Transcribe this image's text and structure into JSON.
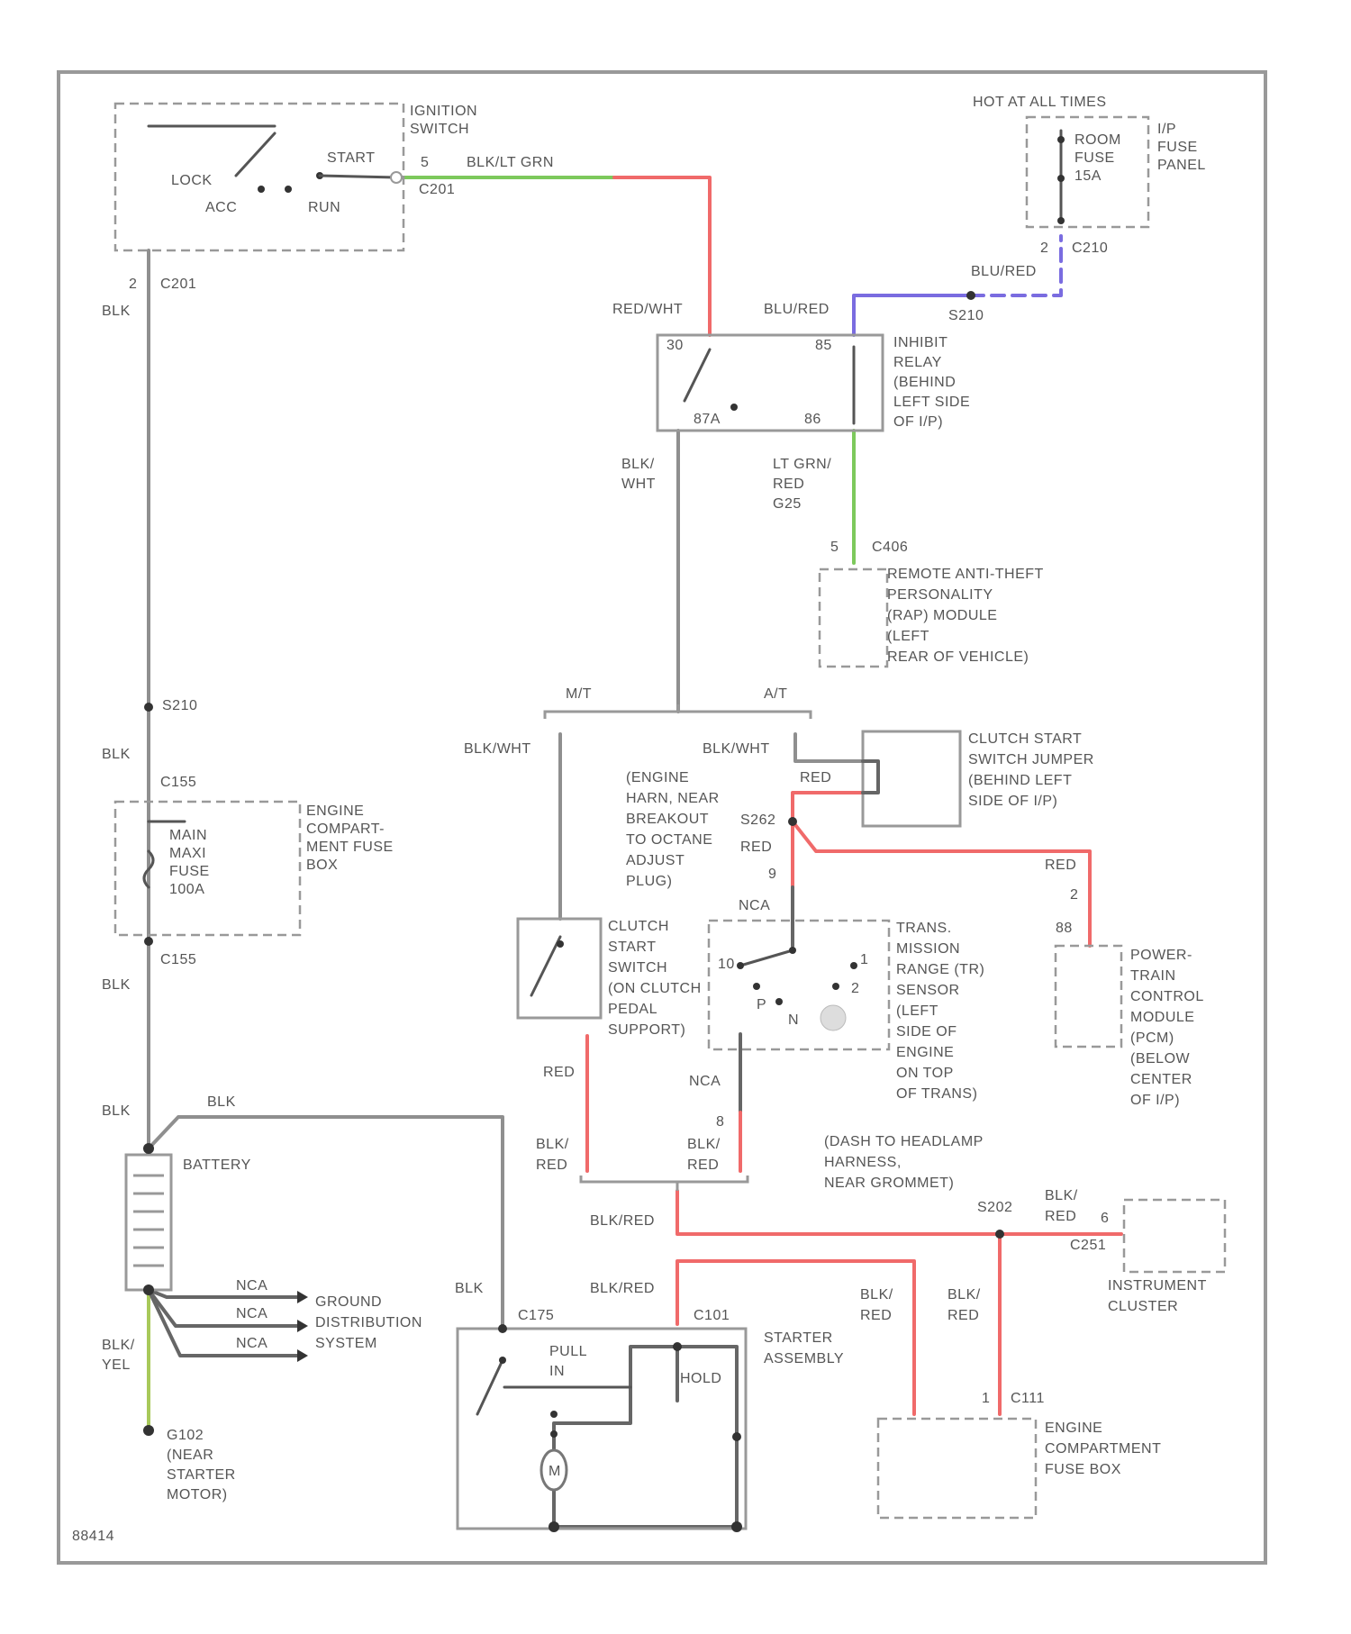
{
  "colors": {
    "blk": "#8f8f8f",
    "red": "#f06a6a",
    "green": "#7dc95c",
    "blue": "#7a6ce0",
    "yellow_green": "#a8c95a",
    "frame": "#999999"
  },
  "labels": {
    "ignition_switch": [
      "IGNITION",
      "SWITCH"
    ],
    "lock": "LOCK",
    "acc": "ACC",
    "start": "START",
    "run": "RUN",
    "c201_top": "C201",
    "pin_5_ign": "5",
    "blk_lt_grn": "BLK/LT GRN",
    "hot_at_all_times": "HOT AT ALL TIMES",
    "ip_fuse_panel": [
      "I/P",
      "FUSE",
      "PANEL"
    ],
    "room_fuse": [
      "ROOM",
      "FUSE",
      "15A"
    ],
    "c210": "C210",
    "pin_2_c210": "2",
    "blu_red_a": "BLU/RED",
    "blu_red_b": "BLU/RED",
    "s210": "S210",
    "red_wht": "RED/WHT",
    "pin_2_c201": "2",
    "c201_left": "C201",
    "blk_1": "BLK",
    "inhibit_relay": [
      "INHIBIT",
      "RELAY",
      "(BEHIND",
      "LEFT SIDE",
      "OF I/P)"
    ],
    "relay_30": "30",
    "relay_85": "85",
    "relay_87a": "87A",
    "relay_86": "86",
    "blk_wht": [
      "BLK/",
      "WHT"
    ],
    "lt_grn_red": [
      "LT GRN/",
      "RED",
      "G25"
    ],
    "pin_5_c406": "5",
    "c406": "C406",
    "rap_module": [
      "REMOTE ANTI-THEFT",
      "PERSONALITY",
      "(RAP) MODULE",
      "(LEFT",
      "REAR OF VEHICLE)"
    ],
    "s210_left": "S210",
    "blk_2": "BLK",
    "c155_top": "C155",
    "engine_fuse_box": [
      "ENGINE",
      "COMPART-",
      "MENT FUSE",
      "BOX"
    ],
    "main_fuse": [
      "MAIN",
      "MAXI",
      "FUSE",
      "100A"
    ],
    "c155_bottom": "C155",
    "blk_3": "BLK",
    "blk_4": "BLK",
    "blk_5": "BLK",
    "battery": "BATTERY",
    "nca_1": "NCA",
    "nca_2": "NCA",
    "nca_3": "NCA",
    "ground_dist": [
      "GROUND",
      "DISTRIBUTION",
      "SYSTEM"
    ],
    "blk_yel": [
      "BLK/",
      "YEL"
    ],
    "g102": [
      "G102",
      "(NEAR",
      "STARTER",
      "MOTOR)"
    ],
    "mt": "M/T",
    "at": "A/T",
    "blk_wht_mt": "BLK/WHT",
    "blk_wht_at": "BLK/WHT",
    "clutch_jumper": [
      "CLUTCH START",
      "SWITCH JUMPER",
      "(BEHIND LEFT",
      "SIDE OF I/P)"
    ],
    "red_1": "RED",
    "engine_harness": [
      "(ENGINE",
      "HARN, NEAR",
      "BREAKOUT",
      "TO OCTANE",
      "ADJUST",
      "PLUG)"
    ],
    "s262": "S262",
    "red_2": "RED",
    "pin_9": "9",
    "red_3": "RED",
    "pin_2_pcm": "2",
    "pin_88": "88",
    "clutch_switch": [
      "CLUTCH",
      "START",
      "SWITCH",
      "(ON CLUTCH",
      "PEDAL",
      "SUPPORT)"
    ],
    "nca_4": "NCA",
    "trs_sensor": [
      "TRANS.",
      "MISSION",
      "RANGE (TR)",
      "SENSOR",
      "(LEFT",
      "SIDE OF",
      "ENGINE",
      "ON TOP",
      "OF TRANS)"
    ],
    "trs_pins": [
      "10",
      "1",
      "2",
      "N",
      "P"
    ],
    "pcm": [
      "POWER-",
      "TRAIN",
      "CONTROL",
      "MODULE",
      "(PCM)",
      "(BELOW",
      "CENTER",
      "OF I/P)"
    ],
    "red_4": "RED",
    "nca_5": "NCA",
    "pin_8": "8",
    "blk_red_1": [
      "BLK/",
      "RED"
    ],
    "blk_red_2": [
      "BLK/",
      "RED"
    ],
    "dash_harness": [
      "(DASH TO HEADLAMP",
      "HARNESS,",
      "NEAR GROMMET)"
    ],
    "s202": "S202",
    "blk_red_3": "BLK/RED",
    "blk_red_4": [
      "BLK/",
      "RED"
    ],
    "pin_6": "6",
    "c251": "C251",
    "instrument_cluster": [
      "INSTRUMENT",
      "CLUSTER"
    ],
    "blk_6": "BLK",
    "c175": "C175",
    "blk_red_5": "BLK/RED",
    "c101": "C101",
    "starter_assembly": [
      "STARTER",
      "ASSEMBLY"
    ],
    "pull_in": [
      "PULL",
      "IN"
    ],
    "hold": "HOLD",
    "motor": "M",
    "blk_red_6": [
      "BLK/",
      "RED"
    ],
    "blk_red_7": [
      "BLK/",
      "RED"
    ],
    "pin_1": "1",
    "c111": "C111",
    "engine_fuse_box_2": [
      "ENGINE",
      "COMPARTMENT",
      "FUSE BOX"
    ],
    "ref_code": "88414"
  }
}
